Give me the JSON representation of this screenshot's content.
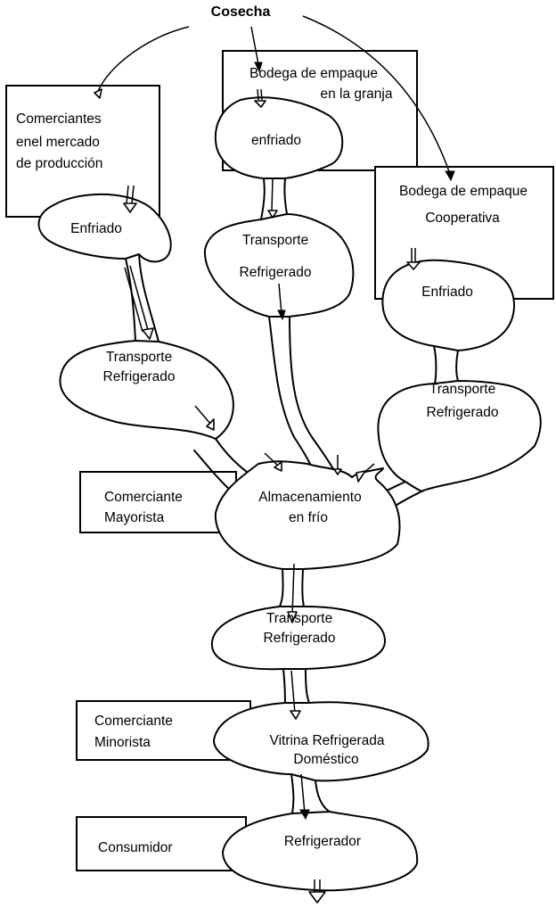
{
  "title": "Cosecha",
  "nodes": {
    "comerciantes_mercado": [
      "Comerciantes",
      "enel mercado",
      "de producción"
    ],
    "enfriado_left": "Enfriado",
    "transporte_left": [
      "Transporte",
      "Refrigerado"
    ],
    "bodega_granja": [
      "Bodega de empaque",
      "en la granja"
    ],
    "enfriado_center": "enfriado",
    "transporte_center": [
      "Transporte",
      "Refrigerado"
    ],
    "bodega_cooperativa": [
      "Bodega de empaque",
      "Cooperativa"
    ],
    "enfriado_right": "Enfriado",
    "transporte_right": [
      "Transporte",
      "Refrigerado"
    ],
    "comerciante_mayorista": [
      "Comerciante",
      "Mayorista"
    ],
    "almacenamiento": [
      "Almacenamiento",
      "en frío"
    ],
    "transporte_main": [
      "Transporte",
      "Refrigerado"
    ],
    "comerciante_minorista": [
      "Comerciante",
      "Minorista"
    ],
    "vitrina": [
      "Vitrina Refrigerada",
      "Doméstico"
    ],
    "consumidor": "Consumidor",
    "refrigerador": "Refrigerador"
  },
  "colors": {
    "ink": "#000000",
    "paper": "#ffffff"
  }
}
